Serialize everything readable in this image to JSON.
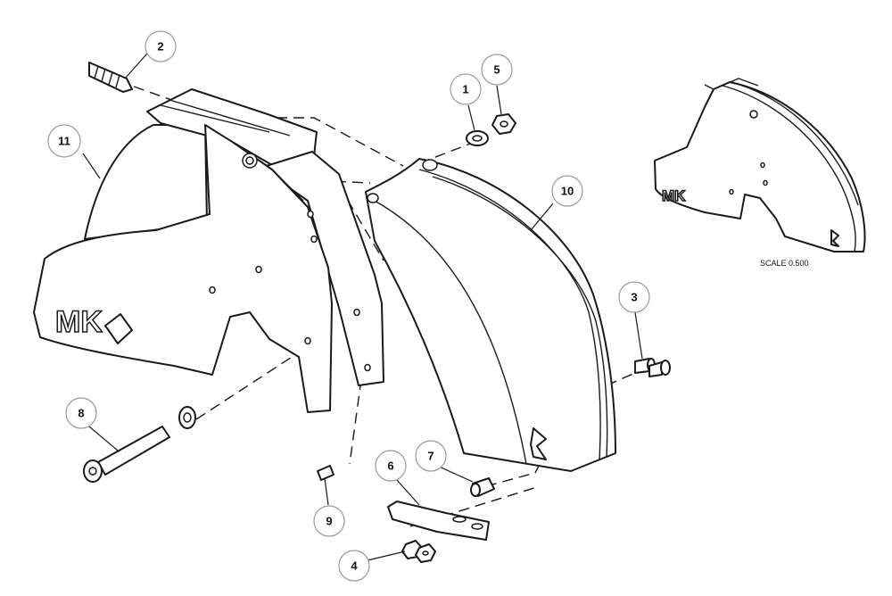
{
  "diagram": {
    "callouts": [
      "1",
      "2",
      "3",
      "4",
      "5",
      "6",
      "7",
      "8",
      "9",
      "10",
      "11"
    ],
    "scale_label": "SCALE 0.500",
    "logo_text": "MK"
  }
}
